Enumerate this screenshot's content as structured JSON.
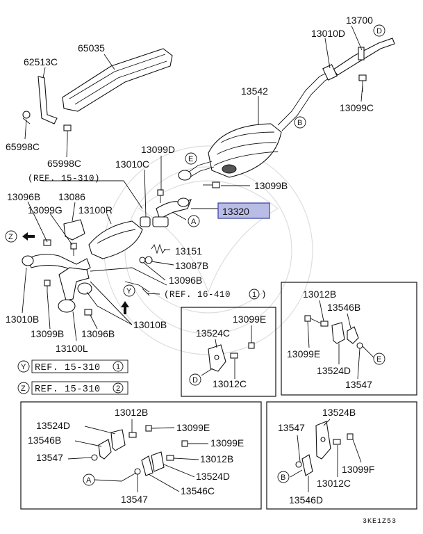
{
  "labels": {
    "p13700": "13700",
    "p13010D": "13010D",
    "p65035": "65035",
    "p62513C": "62513C",
    "p13099C": "13099C",
    "p13542": "13542",
    "p65998C_a": "65998C",
    "p65998C_b": "65998C",
    "p13099D": "13099D",
    "p13010C": "13010C",
    "p13099B_top": "13099B",
    "p13320": "13320",
    "p13096B_a": "13096B",
    "p13086": "13086",
    "p13099G": "13099G",
    "p13100R": "13100R",
    "p13151": "13151",
    "p13087B": "13087B",
    "p13096B_b": "13096B",
    "p13010B_a": "13010B",
    "p13099B_b": "13099B",
    "p13096B_c": "13096B",
    "p13010B_b": "13010B",
    "p13100L": "13100L",
    "box1_13099E": "13099E",
    "box1_13524C": "13524C",
    "box1_13012C": "13012C",
    "box2_13012B": "13012B",
    "box2_13546B": "13546B",
    "box2_13099E": "13099E",
    "box2_13524D": "13524D",
    "box2_13547": "13547",
    "box3_13012B": "13012B",
    "box3_13524D": "13524D",
    "box3_13099E_a": "13099E",
    "box3_13546B": "13546B",
    "box3_13099E_b": "13099E",
    "box3_13547_a": "13547",
    "box3_13012B_b": "13012B",
    "box3_13524D_b": "13524D",
    "box3_13547_b": "13547",
    "box3_13546C": "13546C",
    "box4_13524B": "13524B",
    "box4_13547": "13547",
    "box4_13099F": "13099F",
    "box4_13012C": "13012C",
    "box4_13546D": "13546D"
  },
  "refs": {
    "ref_15_310": "(REF. 15-310)",
    "ref_16_410": "(REF. 16-410",
    "ref_16_410_num": "1",
    "ref_16_410_close": ")",
    "legend_y_letter": "Y",
    "legend_y_text": "REF. 15-310",
    "legend_y_num": "1",
    "legend_z_letter": "Z",
    "legend_z_text": "REF. 15-310",
    "legend_z_num": "2"
  },
  "callouts": {
    "D_top": "D",
    "B_muffler": "B",
    "E_pipe": "E",
    "A_pipe": "A",
    "Z_arrow": "Z",
    "Y_arrow": "Y",
    "D_box1": "D",
    "E_box2": "E",
    "A_box3": "A",
    "B_box4": "B"
  },
  "diagram_code": "3KE1Z53",
  "colors": {
    "highlight_fill": "#b9bde6",
    "highlight_stroke": "#3f47a8",
    "ink": "#111111"
  }
}
